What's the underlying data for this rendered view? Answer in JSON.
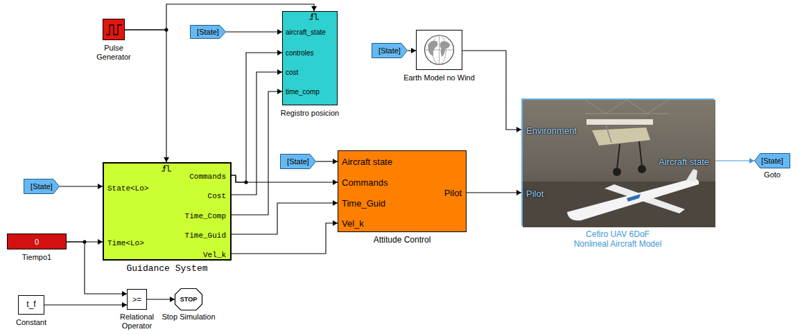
{
  "diagram": {
    "nodes": [
      {
        "text": [
          "Pulse Generator"
        ]
      },
      {
        "text": [
          "[State]"
        ]
      },
      {
        "text": [
          "aircraft_state",
          "controles",
          "cost",
          "time_comp",
          "Registro posicion"
        ]
      },
      {
        "text": [
          "[State]"
        ]
      },
      {
        "text": [
          "Earth Model no Wind"
        ]
      },
      {
        "text": [
          "[State]"
        ]
      },
      {
        "text": [
          "State<Lo>",
          "Time<Lo>",
          "Commands",
          "Cost",
          "Time_Comp",
          "Time_Guid",
          "Vel_k",
          "Guidance System"
        ]
      },
      {
        "text": [
          "0",
          "Tiempo1"
        ]
      },
      {
        "text": [
          "[State]"
        ]
      },
      {
        "text": [
          "Aircraft state",
          "Commands",
          "Time_Guid",
          "Vel_k",
          "Pilot",
          "Attitude Control"
        ]
      },
      {
        "text": [
          "Environment",
          "Aircraft state",
          "Pilot",
          "Cefiro UAV 6DoF Nonlineal Aircraft Model"
        ]
      },
      {
        "text": [
          "[State]",
          "Goto"
        ]
      },
      {
        "text": [
          "t_f",
          "Constant"
        ]
      },
      {
        "text": [
          ">=",
          "Relational Operator"
        ]
      },
      {
        "text": [
          "STOP",
          "Stop Simulation"
        ]
      }
    ],
    "edges": [
      {
        "from": 0,
        "to": 2,
        "arrow": "to"
      },
      {
        "from": 0,
        "to": 6,
        "arrow": "to"
      },
      {
        "from": 1,
        "to": 2,
        "arrow": "to"
      },
      {
        "from": 3,
        "to": 4,
        "arrow": "to"
      },
      {
        "from": 4,
        "to": 10,
        "arrow": "to"
      },
      {
        "from": 5,
        "to": 6,
        "arrow": "to"
      },
      {
        "from": 6,
        "to": 2,
        "arrow": "to"
      },
      {
        "from": 6,
        "to": 9,
        "arrow": "to"
      },
      {
        "from": 6,
        "to": 2,
        "arrow": "to"
      },
      {
        "from": 6,
        "to": 2,
        "arrow": "to"
      },
      {
        "from": 6,
        "to": 9,
        "arrow": "to"
      },
      {
        "from": 6,
        "to": 9,
        "arrow": "to"
      },
      {
        "from": 7,
        "to": 6,
        "arrow": "to"
      },
      {
        "from": 7,
        "to": 13,
        "arrow": "to"
      },
      {
        "from": 8,
        "to": 9,
        "arrow": "to"
      },
      {
        "from": 9,
        "to": 10,
        "arrow": "to"
      },
      {
        "from": 10,
        "to": 11,
        "arrow": "to"
      },
      {
        "from": 12,
        "to": 13,
        "arrow": "to"
      },
      {
        "from": 13,
        "to": 14,
        "arrow": "to"
      }
    ]
  }
}
